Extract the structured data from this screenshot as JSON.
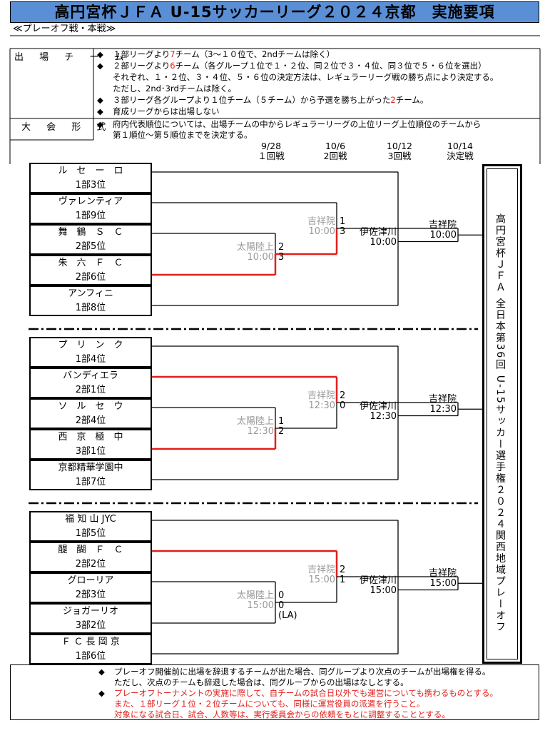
{
  "title": "高円宮杯ＪＦＡ U-15サッカーリーグ２０２４京都　実施要項",
  "subtitle": "≪プレーオフ戦・本戦≫",
  "info": {
    "teams_label": "出 場 チ ー ム",
    "teams_lines": [
      {
        "bullet": "◆",
        "pre": "１部リーグより",
        "red": "7",
        "post": "チーム（3～１０位で、2ndチームは除く）"
      },
      {
        "bullet": "◆",
        "pre": "２部リーグより",
        "red": "6",
        "post": "チーム（各グループ１位で１・２位、同２位で３・４位、同３位で５・６位を選出）"
      },
      {
        "bullet": "",
        "pre": "それぞれ、１・２位、３・４位、５・６位の決定方法は、レギュラーリーグ戦の勝ち点により決定する。",
        "red": "",
        "post": ""
      },
      {
        "bullet": "",
        "pre": "ただし、2nd･3rdチームは除く。",
        "red": "",
        "post": ""
      },
      {
        "bullet": "◆",
        "pre": "３部リーグ各グループより１位チーム（５チーム）から予選を勝ち上がった",
        "red": "2",
        "post": "チーム。"
      },
      {
        "bullet": "◆",
        "pre": "育成リーグからは出場しない",
        "red": "",
        "post": ""
      }
    ],
    "format_label": "大 会 形 式",
    "format_lines": [
      {
        "bullet": "◆",
        "text": "府内代表順位については、出場チームの中からレギュラーリーグの上位リーグ上位順位のチームから"
      },
      {
        "bullet": "",
        "text": "第１順位～第５順位までを決定する。"
      }
    ]
  },
  "rounds": [
    {
      "date": "9/28",
      "name": "１回戦"
    },
    {
      "date": "10/6",
      "name": "2回戦"
    },
    {
      "date": "10/12",
      "name": "3回戦"
    },
    {
      "date": "10/14",
      "name": "決定戦"
    }
  ],
  "blocks": [
    {
      "teams": [
        {
          "name": "ル　セ　ー　ロ",
          "rank": "1部3位"
        },
        {
          "name": "ヴァレンティア",
          "rank": "1部9位"
        },
        {
          "name": "舞　鶴　Ｓ　Ｃ",
          "rank": "2部5位"
        },
        {
          "name": "朱　六　Ｆ　Ｃ",
          "rank": "2部6位"
        },
        {
          "name": "アンフィニ",
          "rank": "1部8位"
        }
      ],
      "r1": {
        "venue": "太陽陸上",
        "time": "10:00",
        "score_top": "2",
        "score_bottom": "3"
      },
      "r2": {
        "venue": "吉祥院",
        "time": "10:00",
        "score_top": "1",
        "score_bottom": "3"
      },
      "r3": {
        "venue": "伊佐津川",
        "time": "10:00"
      },
      "final": {
        "venue": "吉祥院",
        "time": "10:00"
      }
    },
    {
      "teams": [
        {
          "name": "プ　リ　ン　ク",
          "rank": "1部4位"
        },
        {
          "name": "バンディエラ",
          "rank": "2部1位"
        },
        {
          "name": "ソ　ル　セ　ウ",
          "rank": "2部4位"
        },
        {
          "name": "西　京　極　中",
          "rank": "3部1位"
        },
        {
          "name": "京都精華学園中",
          "rank": "1部7位"
        }
      ],
      "r1": {
        "venue": "太陽陸上",
        "time": "12:30",
        "score_top": "1",
        "score_bottom": "2"
      },
      "r2": {
        "venue": "吉祥院",
        "time": "12:30",
        "score_top": "2",
        "score_bottom": "0"
      },
      "r3": {
        "venue": "伊佐津川",
        "time": "12:30"
      },
      "final": {
        "venue": "吉祥院",
        "time": "12:30"
      }
    },
    {
      "teams": [
        {
          "name": "福 知 山 JYC",
          "rank": "1部5位"
        },
        {
          "name": "醍　醐　Ｆ　Ｃ",
          "rank": "2部2位"
        },
        {
          "name": "グローリア",
          "rank": "2部3位"
        },
        {
          "name": "ジョガーリオ",
          "rank": "3部2位"
        },
        {
          "name": "Ｆ Ｃ 長 岡 京",
          "rank": "1部6位"
        }
      ],
      "r1": {
        "venue": "太陽陸上",
        "time": "15:00",
        "score_top": "0",
        "score_bottom": "0",
        "note": "(LA)"
      },
      "r2": {
        "venue": "吉祥院",
        "time": "15:00",
        "score_top": "2",
        "score_bottom": "1"
      },
      "r3": {
        "venue": "伊佐津川",
        "time": "15:00"
      },
      "final": {
        "venue": "吉祥院",
        "time": "15:00"
      }
    }
  ],
  "vertical_title": "高円宮杯ＪＦＡ 全日本第36回 U-15サッカー選手権２０２４関西地域プレーオフ",
  "footer": [
    {
      "bullet": "◆",
      "text": "プレーオフ開催前に出場を辞退するチームが出た場合、同グループより次点のチームが出場権を得る。",
      "red": false
    },
    {
      "bullet": "",
      "text": "ただし、次点のチームも辞退した場合は、同グループからの出場はなしとする。",
      "red": false
    },
    {
      "bullet": "◆",
      "text": "プレーオフトーナメントの実施に際して、自チームの試合日以外でも運営についても携わるものとする。",
      "red": true
    },
    {
      "bullet": "",
      "text": "また、１部リーグ１位・２位チームについても、同様に運営役員の派遣を行うこと。",
      "red": true
    },
    {
      "bullet": "",
      "text": "対象になる試合日、試合、人数等は、実行委員会からの依頼をもとに調整することとする。",
      "red": true
    }
  ],
  "colors": {
    "title_bg": "#5a8fd6",
    "win_line": "#e0201c",
    "line": "#000000",
    "muted": "#9a9a9a"
  }
}
